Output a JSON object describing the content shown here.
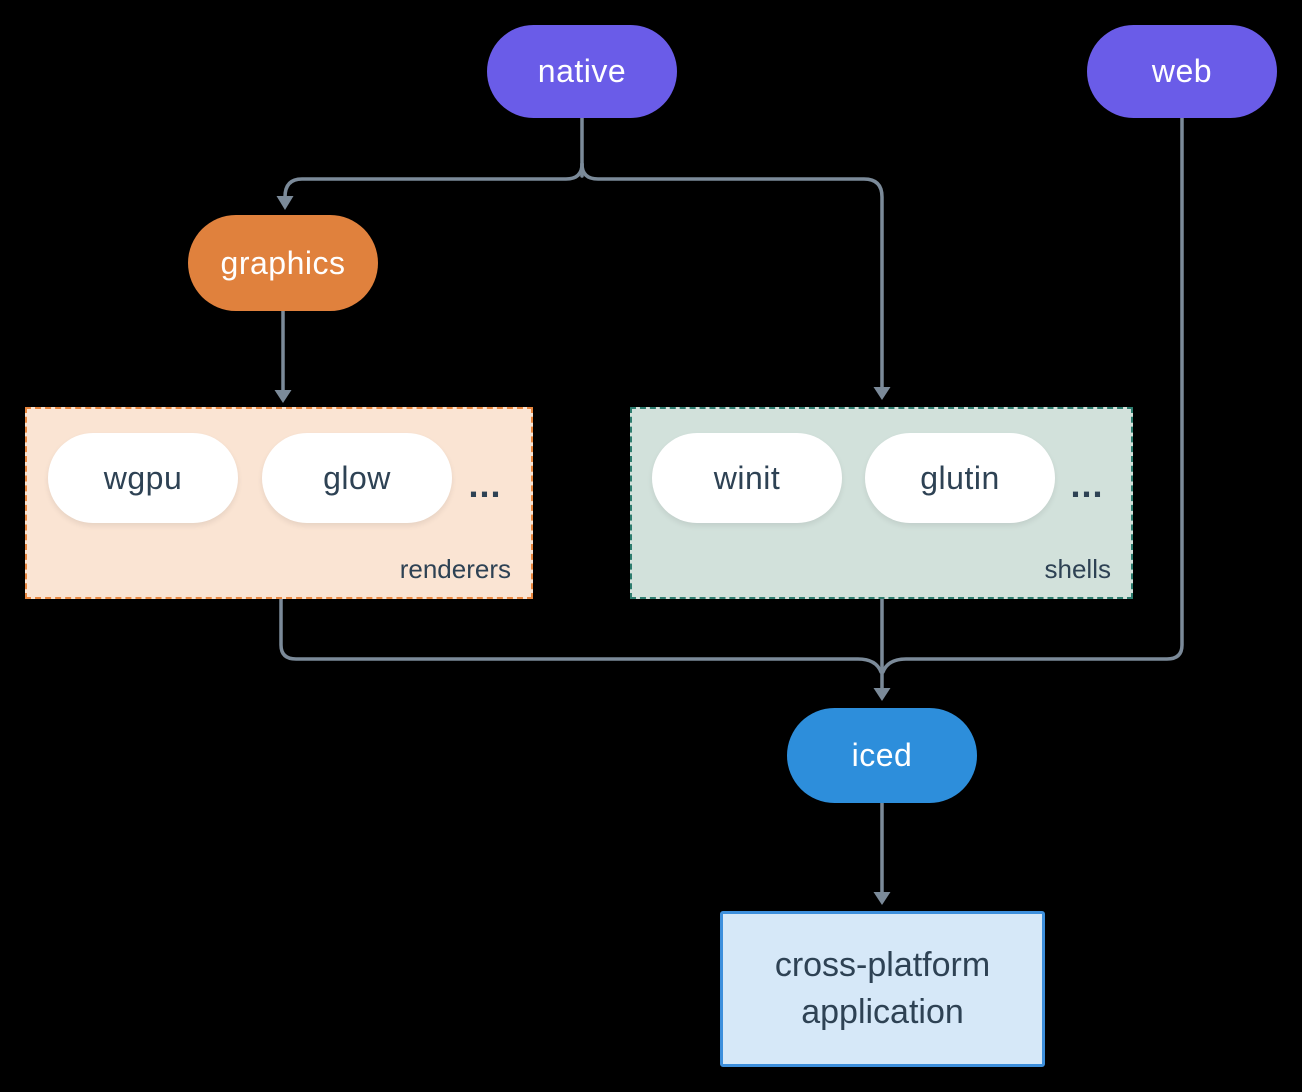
{
  "diagram": {
    "colors": {
      "bg": "#000000",
      "line": "#7b8a99",
      "purple": "#6a5ce8",
      "orange": "#e0813d",
      "blue": "#2d8edb",
      "slate": "#2e4254",
      "white": "#ffffff",
      "peach-fill": "#fae4d3",
      "peach-border": "#e8873f",
      "green-fill": "#d2e1db",
      "green-border": "#2d7c6e",
      "app-fill": "#d6e8f8",
      "app-border": "#3d8fdc"
    },
    "nodes": {
      "native": {
        "label": "native"
      },
      "web": {
        "label": "web"
      },
      "graphics": {
        "label": "graphics"
      },
      "iced": {
        "label": "iced"
      },
      "application": {
        "line1": "cross-platform",
        "line2": "application"
      }
    },
    "groups": {
      "renderers": {
        "label": "renderers",
        "items": [
          "wgpu",
          "glow"
        ],
        "ellipsis": "..."
      },
      "shells": {
        "label": "shells",
        "items": [
          "winit",
          "glutin"
        ],
        "ellipsis": "..."
      }
    }
  }
}
